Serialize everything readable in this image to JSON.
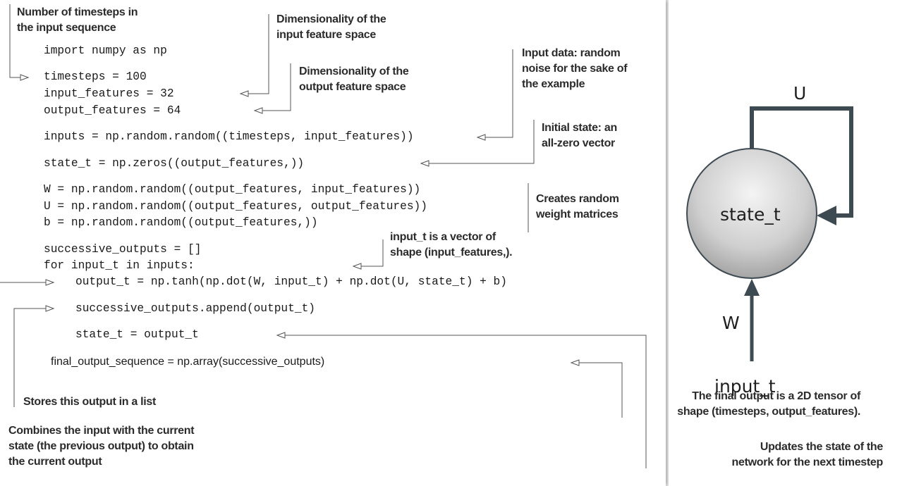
{
  "code": {
    "import": "import numpy as np",
    "timesteps": "timesteps = 100",
    "input_features": "input_features = 32",
    "output_features": "output_features = 64",
    "inputs": "inputs = np.random.random((timesteps, input_features))",
    "state_t": "state_t = np.zeros((output_features,))",
    "W": "W = np.random.random((output_features, input_features))",
    "U": "U = np.random.random((output_features, output_features))",
    "b": "b = np.random.random((output_features,))",
    "successive_outputs": "successive_outputs = []",
    "for_loop": "for input_t in inputs:",
    "output_t": "output_t = np.tanh(np.dot(W, input_t) + np.dot(U, state_t) + b)",
    "append": "successive_outputs.append(output_t)",
    "state_update": "state_t = output_t",
    "final": "final_output_sequence = np.array(successive_outputs)"
  },
  "annotations": {
    "timesteps": [
      "Number of timesteps in",
      "the input sequence"
    ],
    "input_dim": [
      "Dimensionality of the",
      "input feature space"
    ],
    "output_dim": [
      "Dimensionality of the",
      "output feature space"
    ],
    "input_data": [
      "Input data: random",
      "noise for the sake of",
      "the example"
    ],
    "initial_state": [
      "Initial state: an",
      "all-zero vector"
    ],
    "weights": [
      "Creates random",
      "weight matrices"
    ],
    "input_t": [
      "input_t is a vector of",
      "shape (input_features,)."
    ],
    "stores": [
      "Stores this output in a list"
    ],
    "final_output": [
      "The final output is a 2D tensor of",
      "shape (timesteps, output_features)."
    ],
    "combines": [
      "Combines the input with the current",
      "state (the previous output) to obtain",
      "the current output"
    ],
    "updates": [
      "Updates the state of the",
      "network for the next timestep"
    ]
  },
  "diagram": {
    "node_label": "state_t",
    "recurrent_label": "U",
    "input_weight_label": "W",
    "input_label": "input_t"
  }
}
